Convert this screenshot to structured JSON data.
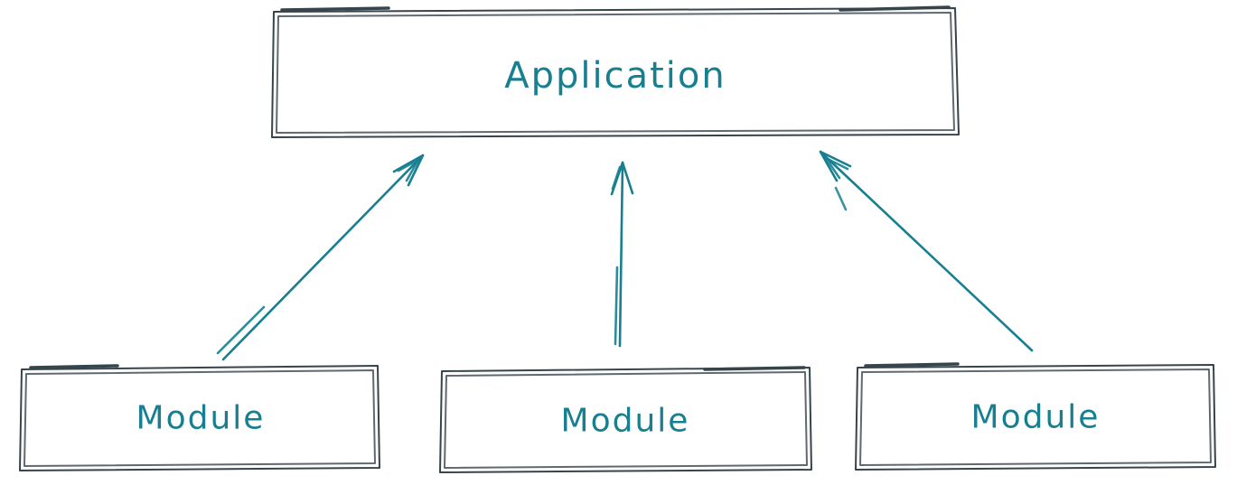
{
  "diagram": {
    "type": "dependency-diagram",
    "style": "hand-drawn-sketch",
    "nodes": [
      {
        "id": "application",
        "label": "Application"
      },
      {
        "id": "module-1",
        "label": "Module"
      },
      {
        "id": "module-2",
        "label": "Module"
      },
      {
        "id": "module-3",
        "label": "Module"
      }
    ],
    "edges": [
      {
        "from": "module-1",
        "to": "application",
        "direction": "up"
      },
      {
        "from": "module-2",
        "to": "application",
        "direction": "up"
      },
      {
        "from": "module-3",
        "to": "application",
        "direction": "up"
      }
    ],
    "colors": {
      "box_stroke": "#36444c",
      "accent_teal": "#177f8f",
      "background": "#ffffff"
    }
  }
}
